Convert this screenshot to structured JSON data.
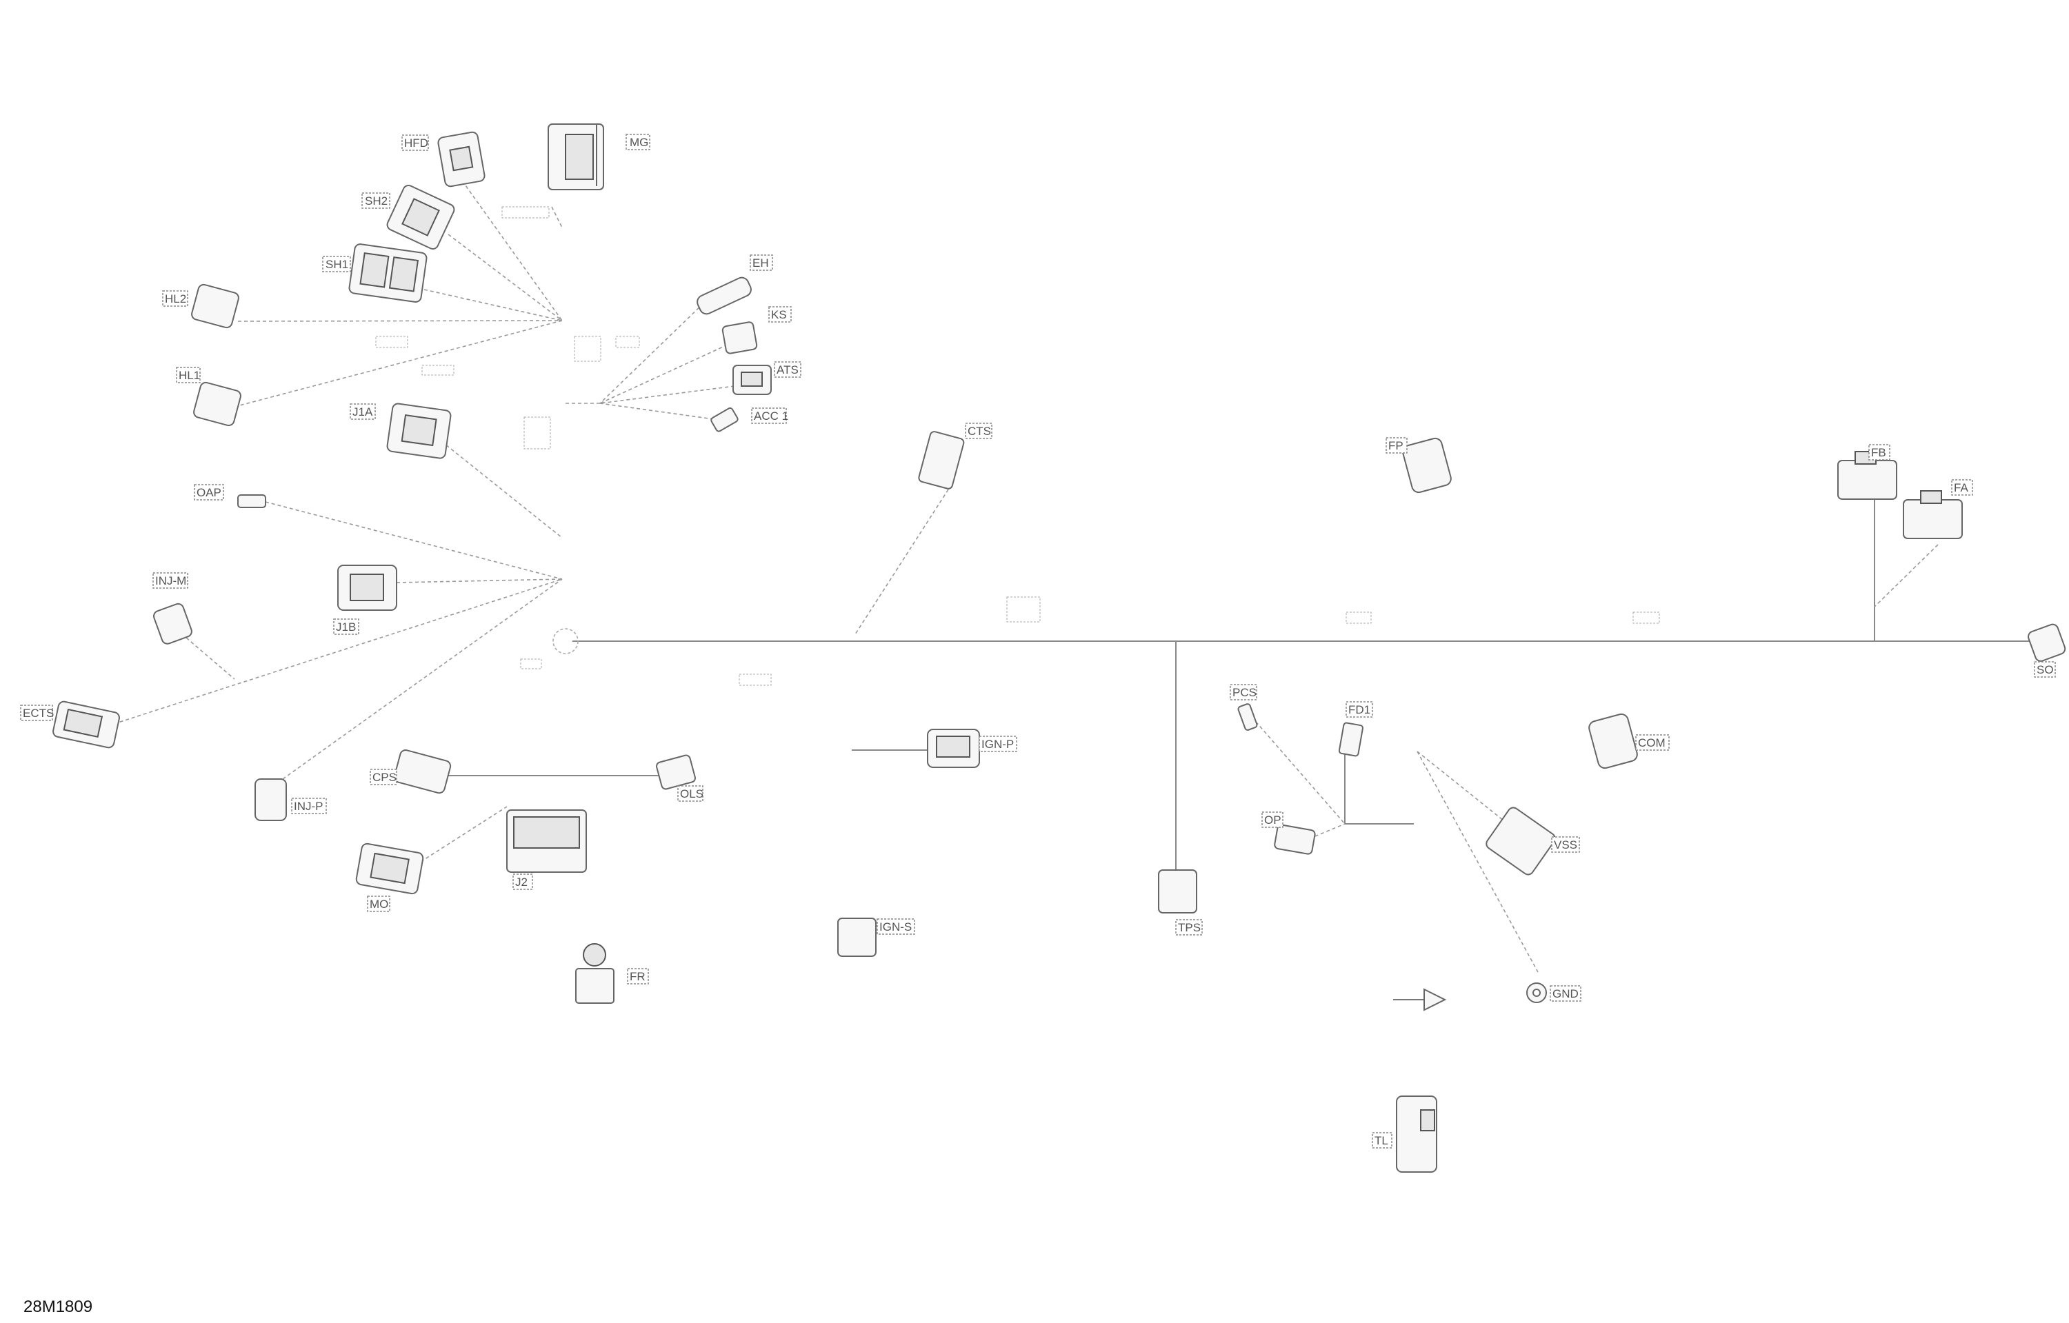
{
  "figure_ref": "28M1809",
  "connectors": {
    "mg": "MG",
    "hfd": "HFD",
    "sh2": "SH2",
    "sh1": "SH1",
    "hl2": "HL2",
    "hl1": "HL1",
    "j1a": "J1A",
    "oap": "OAP",
    "inj_m": "INJ-M",
    "j1b": "J1B",
    "ects": "ECTS",
    "inj_p": "INJ-P",
    "cps": "CPS",
    "ols": "OLS",
    "mo": "MO",
    "j2": "J2",
    "fr": "FR",
    "eh": "EH",
    "ks": "KS",
    "ats": "ATS",
    "acc1": "ACC 1",
    "cts": "CTS",
    "ign_p": "IGN-P",
    "ign_s": "IGN-S",
    "tps": "TPS",
    "fp": "FP",
    "fb": "FB",
    "fa": "FA",
    "so": "SO",
    "pcs": "PCS",
    "fd1": "FD1",
    "op": "OP",
    "com": "COM",
    "vss": "VSS",
    "gnd": "GND",
    "tl": "TL"
  }
}
